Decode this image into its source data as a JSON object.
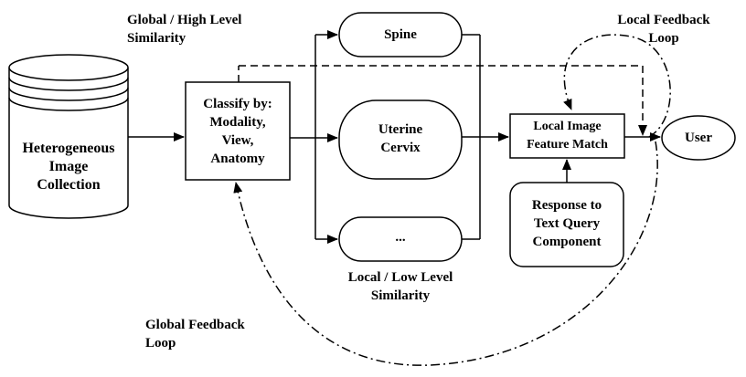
{
  "labels": {
    "global_similarity": [
      "Global / High Level",
      "Similarity"
    ],
    "local_feedback": [
      "Local Feedback",
      "Loop"
    ],
    "local_similarity": [
      "Local / Low Level",
      "Similarity"
    ],
    "global_feedback": [
      "Global Feedback",
      "Loop"
    ]
  },
  "nodes": {
    "collection": [
      "Heterogeneous",
      "Image",
      "Collection"
    ],
    "classify": [
      "Classify by:",
      "Modality,",
      "View,",
      "Anatomy"
    ],
    "spine": "Spine",
    "cervix": [
      "Uterine",
      "Cervix"
    ],
    "ellipsis": "...",
    "feature_match": [
      "Local Image",
      "Feature Match"
    ],
    "text_query": [
      "Response to",
      "Text Query",
      "Component"
    ],
    "user": "User"
  }
}
